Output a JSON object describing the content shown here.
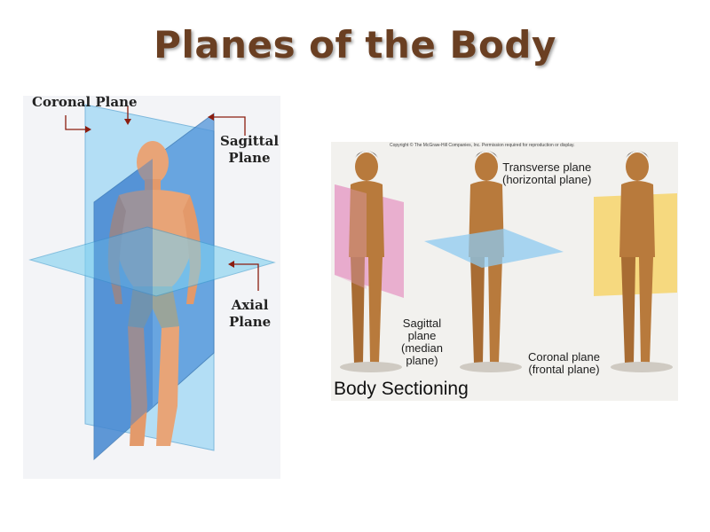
{
  "title": "Planes of the Body",
  "left_figure": {
    "labels": {
      "coronal": "Coronal Plane",
      "sagittal": "Sagittal\nPlane",
      "axial": "Axial\nPlane"
    },
    "colors": {
      "coronal": "#8ecdf0",
      "sagittal": "#4a8fd6",
      "axial": "#6cc7ea",
      "skin": "#e8a477"
    }
  },
  "right_figure": {
    "copyright": "Copyright © The McGraw-Hill Companies, Inc. Permission required for reproduction or display.",
    "labels": {
      "transverse": "Transverse plane\n(horizontal plane)",
      "sagittal": "Sagittal\nplane\n(median\nplane)",
      "coronal": "Coronal plane\n(frontal plane)",
      "caption": "Body Sectioning"
    },
    "colors": {
      "sagittal": "#e7a3c9",
      "transverse": "#8ec9f0",
      "coronal": "#f7d56b",
      "skin": "#b87a3c"
    }
  }
}
